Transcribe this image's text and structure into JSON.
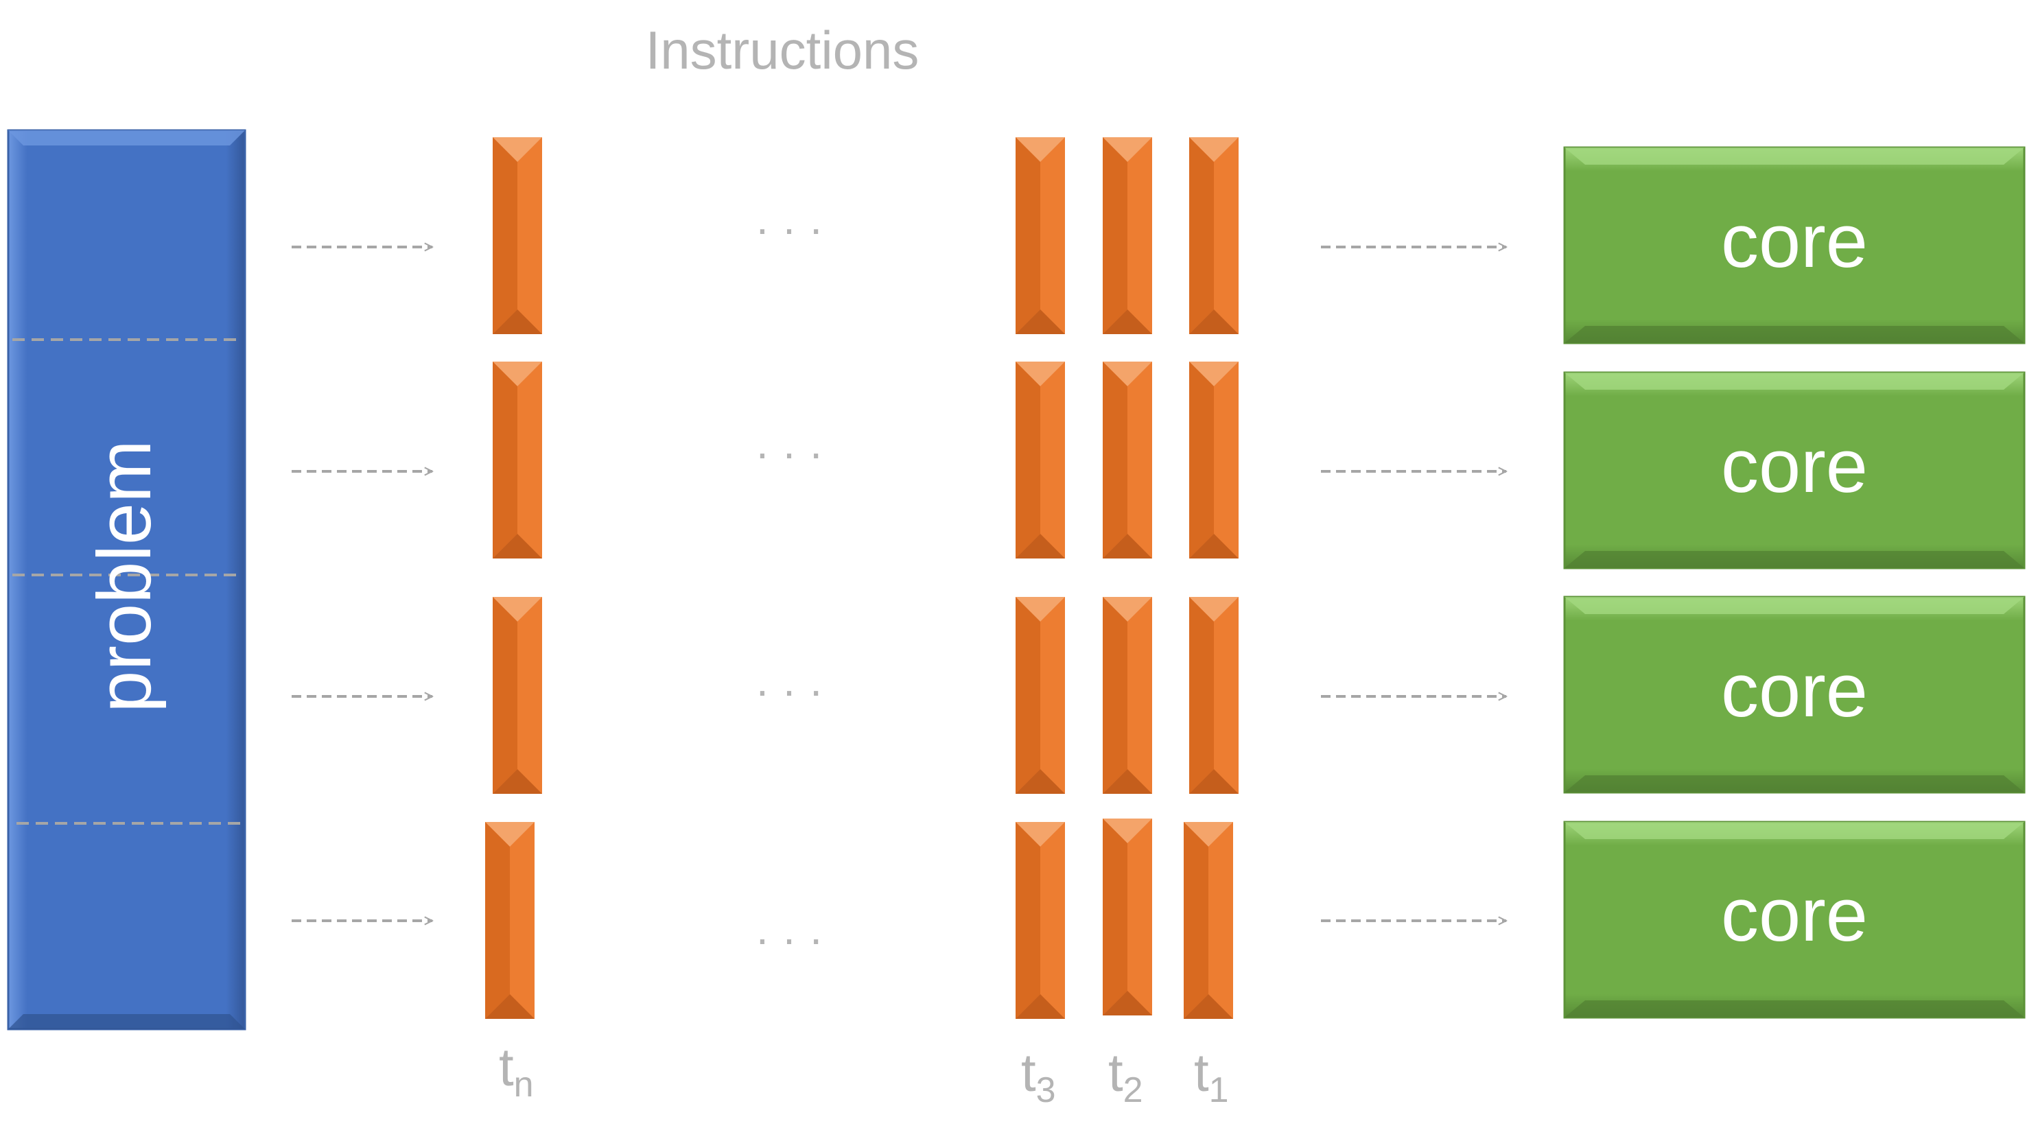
{
  "title": "Instructions",
  "problem_label": "problem",
  "core_label": "core",
  "ellipsis": "· · ·",
  "rows": 4,
  "time_labels": [
    {
      "base": "t",
      "sub": "n"
    },
    {
      "base": "t",
      "sub": "3"
    },
    {
      "base": "t",
      "sub": "2"
    },
    {
      "base": "t",
      "sub": "1"
    }
  ],
  "colors": {
    "problem": "#4472c4",
    "instruction": "#ed7d31",
    "core": "#70ad47",
    "arrow": "#a6a6a6",
    "label_gray": "#b4b4b4",
    "divider": "#a6a6a6",
    "text_white": "#ffffff"
  }
}
